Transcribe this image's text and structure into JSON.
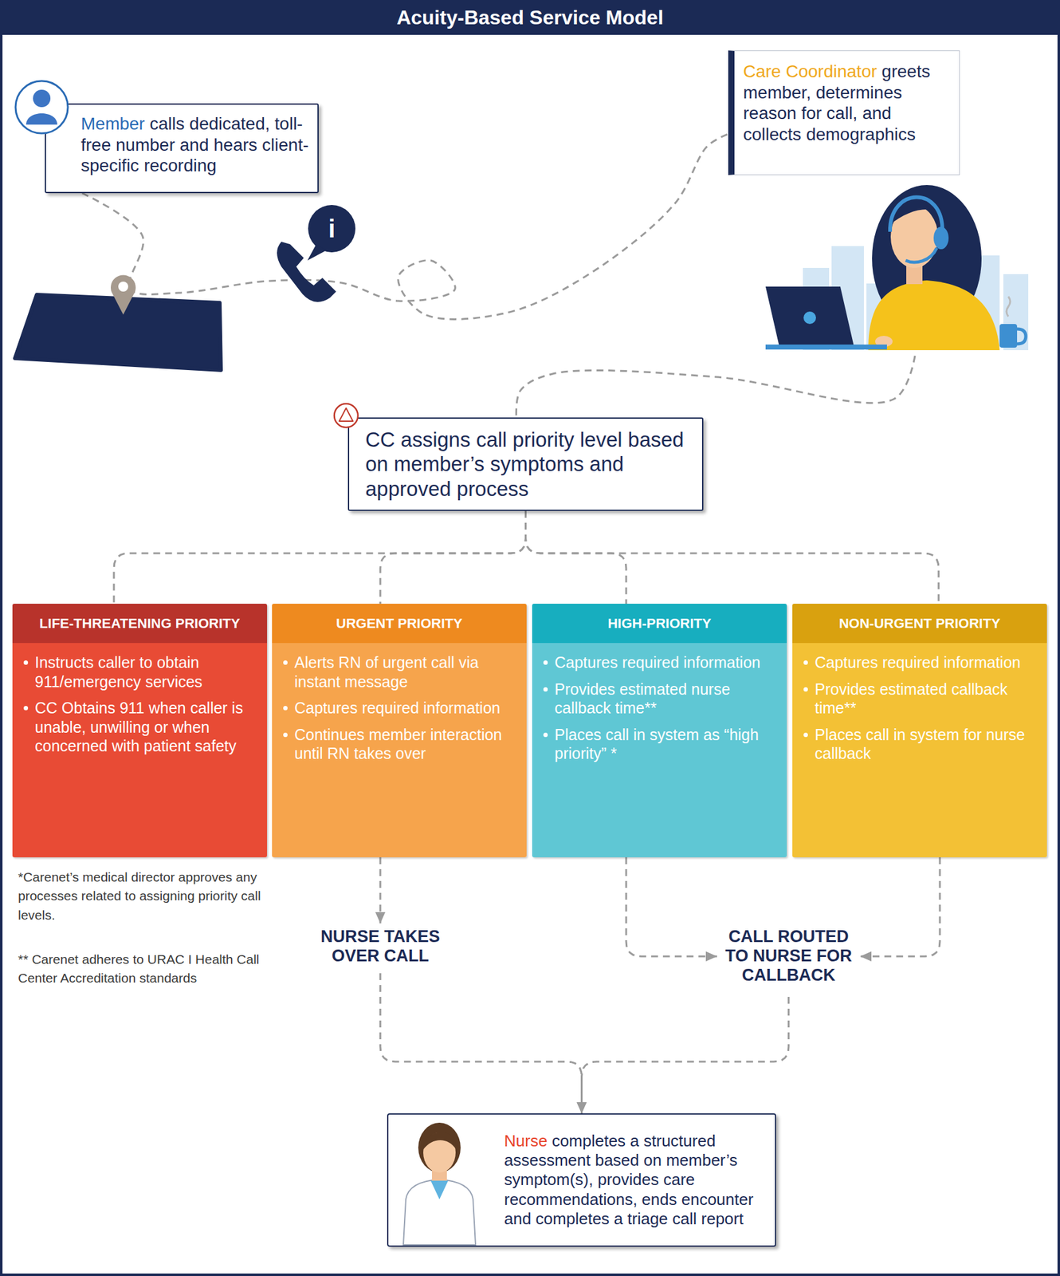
{
  "diagram": {
    "title": "Acuity-Based Service Model",
    "nodes": [
      {
        "text": [
          "Member",
          "calls dedicated, toll-free number and hears client-specific recording"
        ]
      },
      {
        "text": [
          "Care Coordinator",
          "greets member, determines reason for call, and collects demographics"
        ]
      },
      {
        "text": [
          "CC assigns call priority level based on member’s symptoms and approved process"
        ]
      },
      {
        "text": [
          "LIFE-THREATENING PRIORITY",
          "Instructs caller to obtain 911/emergency services",
          "CC Obtains 911 when caller is unable, unwilling or when concerned with patient safety"
        ]
      },
      {
        "text": [
          "URGENT PRIORITY",
          "Alerts RN of urgent call via instant message",
          "Captures required information",
          "Continues member interaction until RN takes over"
        ]
      },
      {
        "text": [
          "HIGH-PRIORITY",
          "Captures required information",
          "Provides estimated nurse callback time**",
          "Places call in system as “high priority” *"
        ]
      },
      {
        "text": [
          "NON-URGENT PRIORITY",
          "Captures required information",
          "Provides estimated callback time**",
          "Places call in system for nurse callback"
        ]
      },
      {
        "text": [
          "NURSE TAKES OVER CALL"
        ]
      },
      {
        "text": [
          "CALL ROUTED TO NURSE FOR CALLBACK"
        ]
      },
      {
        "text": [
          "Nurse",
          "completes a structured assessment based on member’s symptom(s), provides care recommendations, ends encounter and completes a triage call report"
        ]
      }
    ],
    "edges": [
      {
        "from": 0,
        "to": 1,
        "arrow": "none"
      },
      {
        "from": 1,
        "to": 2,
        "arrow": "none"
      },
      {
        "from": 2,
        "to": 3,
        "arrow": "none"
      },
      {
        "from": 2,
        "to": 4,
        "arrow": "none"
      },
      {
        "from": 2,
        "to": 5,
        "arrow": "none"
      },
      {
        "from": 2,
        "to": 6,
        "arrow": "none"
      },
      {
        "from": 4,
        "to": 7,
        "arrow": "to"
      },
      {
        "from": 5,
        "to": 8,
        "arrow": "to"
      },
      {
        "from": 6,
        "to": 8,
        "arrow": "to"
      },
      {
        "from": 7,
        "to": 9,
        "arrow": "to"
      },
      {
        "from": 8,
        "to": 9,
        "arrow": "to"
      }
    ],
    "labels": [
      "i",
      "*Carenet’s medical director approves any processes related to assigning priority call levels.",
      "** Carenet adheres to URAC I Health Call Center Accreditation standards"
    ]
  }
}
